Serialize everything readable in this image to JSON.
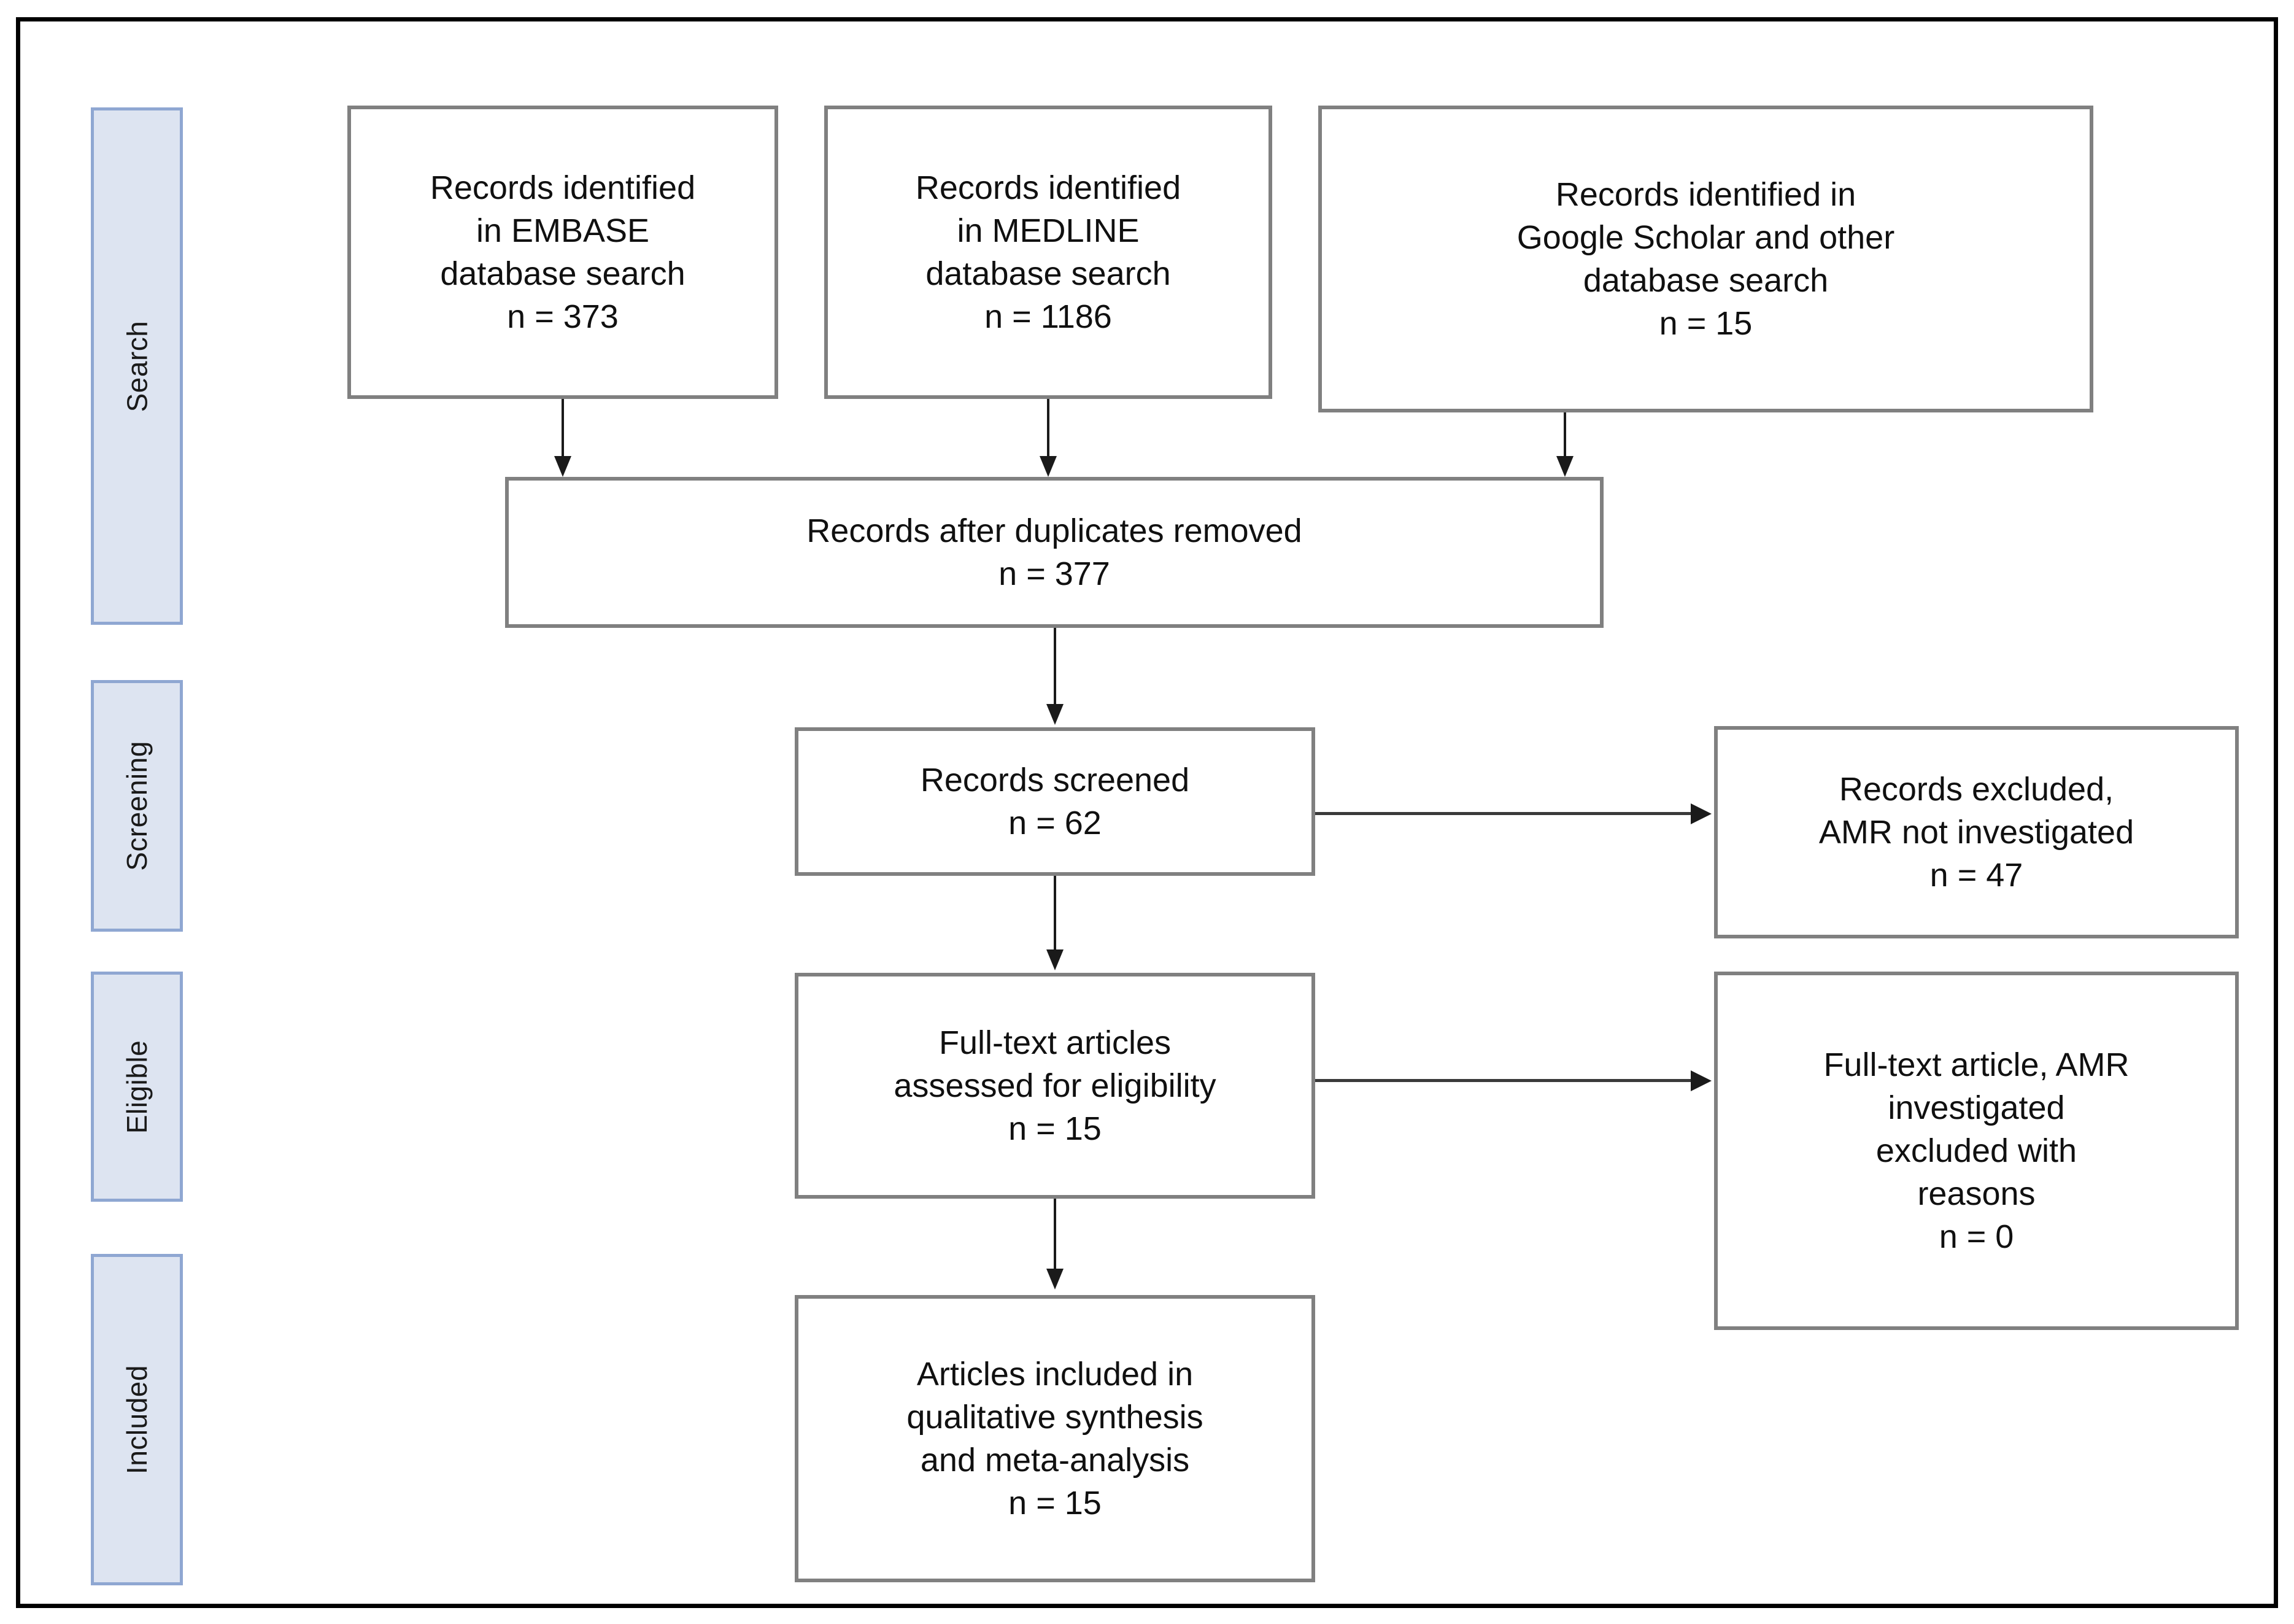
{
  "diagram": {
    "type": "prisma-flow-diagram",
    "stages": [
      {
        "id": "search",
        "label": "Search"
      },
      {
        "id": "screening",
        "label": "Screening"
      },
      {
        "id": "eligible",
        "label": "Eligible"
      },
      {
        "id": "included",
        "label": "Included"
      }
    ],
    "boxes": {
      "embase": {
        "lines": [
          "Records identified",
          "in EMBASE",
          "database search"
        ],
        "count_label": "n = 373",
        "n": 373
      },
      "medline": {
        "lines": [
          "Records identified",
          "in MEDLINE",
          "database search"
        ],
        "count_label": "n = 1186",
        "n": 1186
      },
      "google": {
        "lines": [
          "Records identified in",
          "Google Scholar and other",
          "database search"
        ],
        "count_label": "n = 15",
        "n": 15
      },
      "duplicates": {
        "lines": [
          "Records after duplicates removed"
        ],
        "count_label": "n = 377",
        "n": 377
      },
      "screened": {
        "lines": [
          "Records screened"
        ],
        "count_label": "n = 62",
        "n": 62
      },
      "excluded": {
        "lines": [
          "Records excluded,",
          "AMR not investigated"
        ],
        "count_label": "n = 47",
        "n": 47
      },
      "fulltext": {
        "lines": [
          "Full-text articles",
          "assessed for eligibility"
        ],
        "count_label": "n = 15",
        "n": 15
      },
      "fulltext_excluded": {
        "lines": [
          "Full-text article, AMR",
          "investigated",
          "excluded with",
          "reasons"
        ],
        "count_label": "n = 0",
        "n": 0
      },
      "included": {
        "lines": [
          "Articles included in",
          "qualitative synthesis",
          "and meta-analysis"
        ],
        "count_label": "n = 15",
        "n": 15
      }
    },
    "colors": {
      "stage_fill": "#dde4f1",
      "stage_border": "#8fa7d2",
      "box_border": "#808080",
      "frame_border": "#000000",
      "arrow": "#1a1a1a",
      "text": "#101010"
    }
  }
}
